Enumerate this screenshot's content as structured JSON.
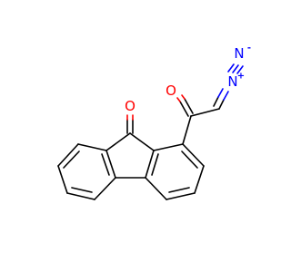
{
  "molecule": {
    "atoms": {
      "ketone_oxygen": {
        "symbol": "O",
        "color": "#ff0000"
      },
      "acyl_oxygen": {
        "symbol": "O",
        "color": "#ff0000"
      },
      "diazo_nitrogen_inner": {
        "symbol": "N",
        "charge": "+",
        "color": "#0000ff"
      },
      "diazo_nitrogen_outer": {
        "symbol": "N",
        "charge": "-",
        "color": "#0000ff"
      }
    }
  }
}
